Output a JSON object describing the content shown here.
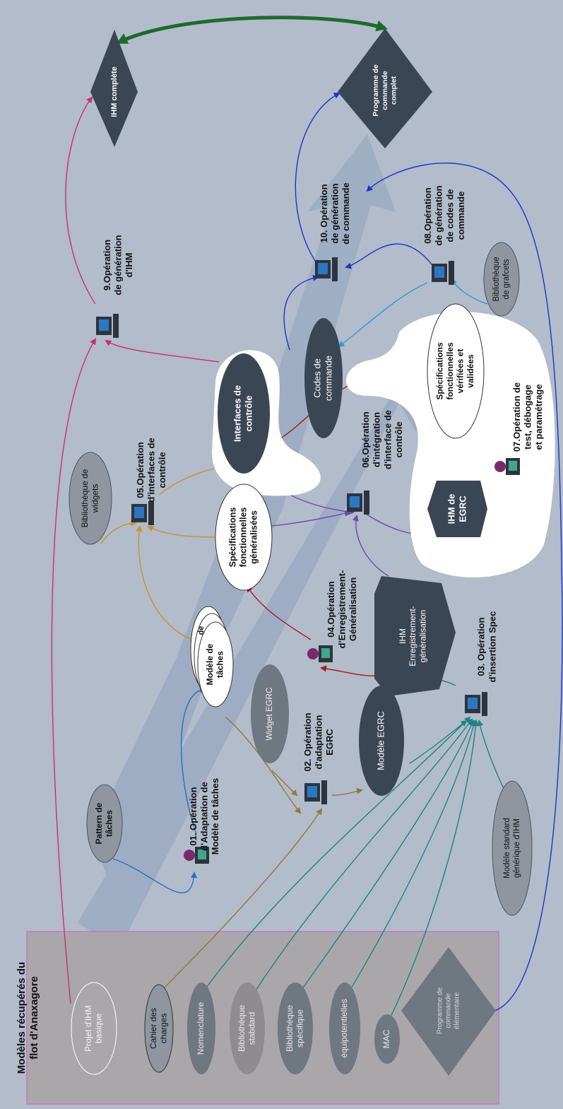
{
  "legend_title": [
    "Modèles récupérés du",
    "flot d'Anaxagore"
  ],
  "nodes": {
    "ihm_complete": [
      "IHM complète"
    ],
    "programme_complet": [
      "Programme de",
      "commande",
      "complet"
    ],
    "pattern_taches": [
      "Pattern de",
      "tâches"
    ],
    "modele_taches": [
      "Modèle de",
      "tâches"
    ],
    "bibliotheque_widgets": [
      "Bibliothèque de",
      "widgets"
    ],
    "specs_generalisees": [
      "Spécifications",
      "fonctionnelles",
      "généralisées"
    ],
    "interfaces_controle": [
      "Interfaces de",
      "contrôle"
    ],
    "widget_egrc": [
      "Widget EGRC"
    ],
    "modele_egrc": [
      "Modèle EGRC"
    ],
    "ihm_enregistrement": [
      "IHM",
      "Enregistrement-",
      "généralisation"
    ],
    "codes_commande": [
      "Codes de",
      "commande"
    ],
    "specs_verifiees": [
      "Spécifications",
      "fonctionnelles",
      "vérifiées et",
      "validées"
    ],
    "ihm_egrc": [
      "IHM de",
      "EGRC"
    ],
    "bibliotheque_grafcets": [
      "Bibliothèque",
      "de grafcets"
    ],
    "modele_standard": [
      "Modèle standard",
      "générique d'IHM"
    ],
    "projet_ihm": [
      "Projet d'IHM",
      "basique"
    ],
    "cahier_charges": [
      "Cahier des",
      "charges"
    ],
    "nomenclature": [
      "Nomenclature"
    ],
    "bibliotheque_standard": [
      "Bibliothèque",
      "stabdard"
    ],
    "bibliotheque_specifique": [
      "Bibliothèque",
      "spécifique"
    ],
    "equipotentielles": [
      "équipotentielles"
    ],
    "mac": [
      "MAC"
    ],
    "programme_elementaire": [
      "Programme de",
      "commande",
      "élémentaire"
    ]
  },
  "operations": {
    "op01": [
      "01. Opération",
      "d'Adaptation de",
      "Modèle de tâches"
    ],
    "op02": [
      "02. Opération",
      "d'adaptation",
      "EGRC"
    ],
    "op03": [
      "03. Opération",
      "d'insertion Spec"
    ],
    "op04": [
      "04.Opération",
      "d'Enregistrement-",
      "Généralisation"
    ],
    "op05": [
      "05.Opération",
      "d'interfaces de",
      "contrôle"
    ],
    "op06": [
      "06.Opération",
      "d'intégration",
      "d'interface de",
      "contrôle"
    ],
    "op07": [
      "07.Opération de",
      "test, débogage",
      "et paramétrage"
    ],
    "op08": [
      "08.Opération",
      "de génération",
      "de codes de",
      "commande"
    ],
    "op09": [
      "9.Opération",
      "de génération",
      "d'IHM"
    ],
    "op10": [
      "10. Opération",
      "de génération",
      "de commande"
    ]
  },
  "stack_partial": [
    "de"
  ],
  "colors": {
    "background": "#b2bccb",
    "dark_node": "#3b4655",
    "grey_node": "#6f7781",
    "legend_box": "#a9a7aa",
    "legend_border": "#c377c8",
    "big_arrow": "#8ea2be",
    "edge_pink": "#cc2f6e",
    "edge_blue": "#2a6fbb",
    "edge_olive": "#8f7a3c",
    "edge_orange": "#c9922f",
    "edge_darkred": "#a51d1d",
    "edge_purple": "#6b4aa8",
    "edge_navy": "#2033c0",
    "edge_cyan": "#2b9bcf",
    "edge_teal": "#1f8383",
    "edge_green": "#1d6b2b"
  }
}
